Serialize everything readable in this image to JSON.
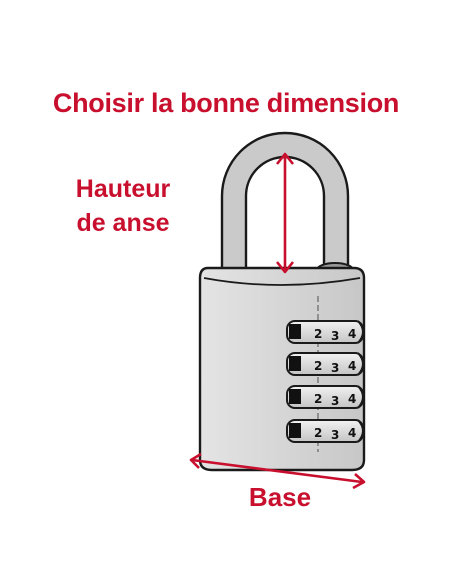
{
  "title": "Choisir la bonne dimension",
  "labels": {
    "shackle_height_line1": "Hauteur",
    "shackle_height_line2": "de anse",
    "base": "Base"
  },
  "dial_digits": [
    "2",
    "3",
    "4"
  ],
  "colors": {
    "accent_red": "#c8102e",
    "lock_body": "#d8d8d8",
    "shackle": "#c9c9c9",
    "outline": "#1a1a1a"
  }
}
